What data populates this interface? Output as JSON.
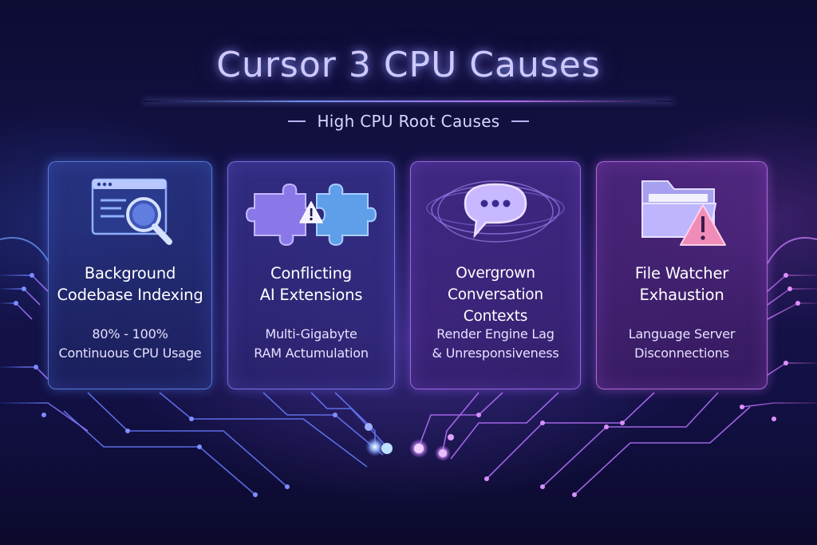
{
  "title": "Cursor 3 CPU Causes",
  "subtitle": "High CPU Root Causes",
  "cards": [
    {
      "icon": "magnifier-window-icon",
      "title": [
        "Background",
        "Codebase Indexing"
      ],
      "description": [
        "80% - 100%",
        "Continuous CPU Usage"
      ]
    },
    {
      "icon": "puzzle-warning-icon",
      "title": [
        "Conflicting",
        "AI Extensions"
      ],
      "description": [
        "Multi-Gigabyte",
        "RAM Actumulation"
      ]
    },
    {
      "icon": "chat-bubble-icon",
      "title": [
        "Overgrown",
        "Conversation Contexts"
      ],
      "description": [
        "Render Engine Lag",
        "& Unresponsiveness"
      ]
    },
    {
      "icon": "folder-warning-icon",
      "title": [
        "File Watcher",
        "Exhaustion"
      ],
      "description": [
        "Language Server",
        "Disconnections"
      ]
    }
  ],
  "colors": {
    "accent_blue": "#5b8cff",
    "accent_purple": "#b070ff",
    "accent_pink": "#e080f0",
    "background": "#121043"
  }
}
